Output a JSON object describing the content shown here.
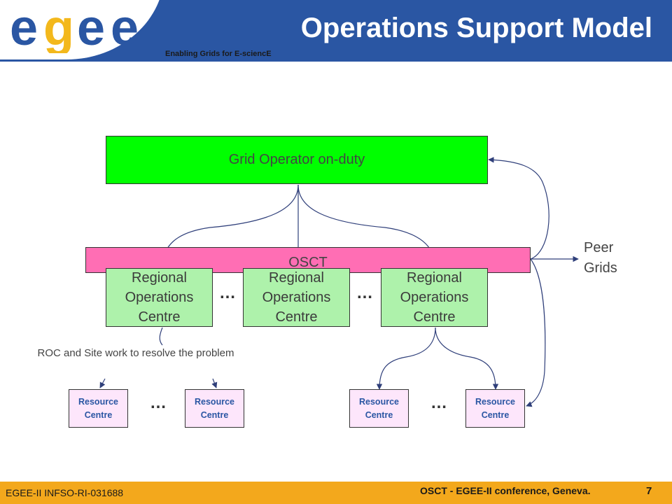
{
  "header": {
    "logo_text": "egee",
    "tagline": "Enabling Grids for E-sciencE",
    "title": "Operations Support Model",
    "bg_color": "#2a56a3"
  },
  "diagram": {
    "grid_operator": "Grid Operator on-duty",
    "osct": "OSCT",
    "roc_boxes": [
      {
        "lines": [
          "Regional",
          "Operations",
          "Centre"
        ]
      },
      {
        "lines": [
          "Regional",
          "Operations",
          "Centre"
        ]
      },
      {
        "lines": [
          "Regional",
          "Operations",
          "Centre"
        ]
      }
    ],
    "resource_centres": [
      {
        "lines": [
          "Resource",
          "Centre"
        ]
      },
      {
        "lines": [
          "Resource",
          "Centre"
        ]
      },
      {
        "lines": [
          "Resource",
          "Centre"
        ]
      },
      {
        "lines": [
          "Resource",
          "Centre"
        ]
      }
    ],
    "ellipsis": "…",
    "peer_grids": [
      "Peer",
      "Grids"
    ],
    "note": "ROC and Site work to resolve  the problem",
    "colors": {
      "grid_operator": "#00ff00",
      "osct": "#ff6eb4",
      "roc": "#aef2ab",
      "resource_centre": "#fde6fb",
      "arrows": "#2f3f7a"
    }
  },
  "footer": {
    "left": "EGEE-II INFSO-RI-031688",
    "right": "OSCT - EGEE-II conference, Geneva.",
    "page": "7",
    "bg_color": "#f3a81c"
  }
}
